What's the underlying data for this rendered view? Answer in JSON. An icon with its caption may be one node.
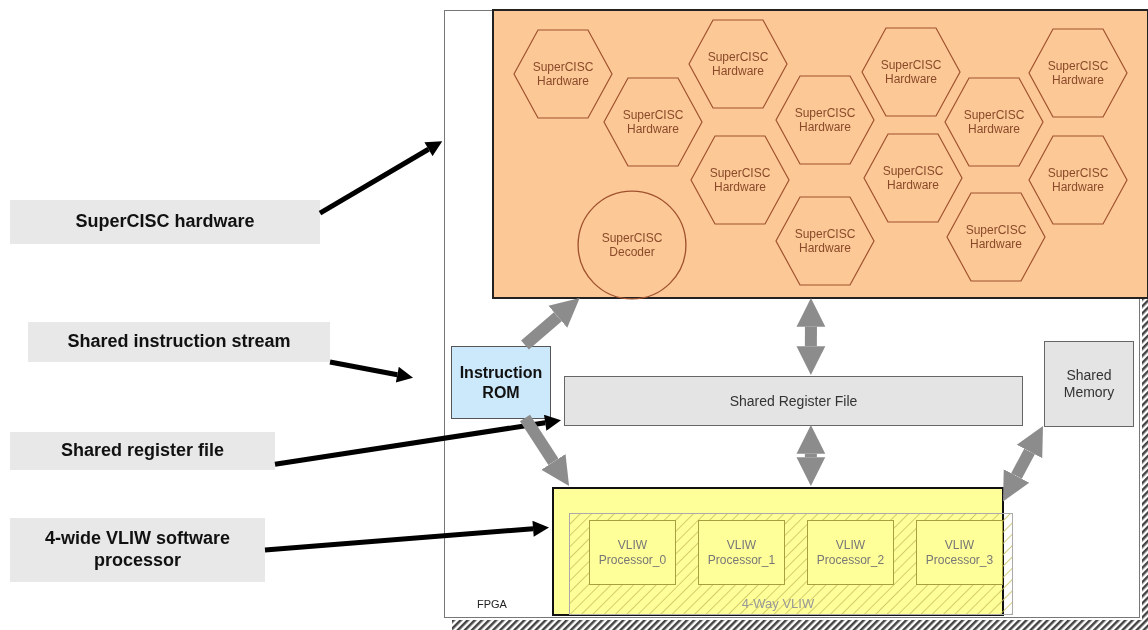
{
  "diagram": {
    "nodes": [
      {
        "text": [
          "FPGA"
        ]
      },
      {
        "text": [],
        "shape": "box",
        "in": 0
      },
      {
        "text": [
          "SuperCISC Hardware"
        ],
        "in": 1
      },
      {
        "text": [
          "SuperCISC Hardware"
        ],
        "in": 1
      },
      {
        "text": [
          "SuperCISC Hardware"
        ],
        "in": 1
      },
      {
        "text": [
          "SuperCISC Hardware"
        ],
        "in": 1
      },
      {
        "text": [
          "SuperCISC Hardware"
        ],
        "in": 1
      },
      {
        "text": [
          "SuperCISC Hardware"
        ],
        "in": 1
      },
      {
        "text": [
          "SuperCISC Hardware"
        ],
        "in": 1
      },
      {
        "text": [
          "SuperCISC Hardware"
        ],
        "in": 1
      },
      {
        "text": [
          "SuperCISC Hardware"
        ],
        "in": 1
      },
      {
        "text": [
          "SuperCISC Hardware"
        ],
        "in": 1
      },
      {
        "text": [
          "SuperCISC Hardware"
        ],
        "in": 1
      },
      {
        "text": [
          "SuperCISC Hardware"
        ],
        "in": 1
      },
      {
        "text": [
          "SuperCISC Decoder"
        ],
        "in": 1
      },
      {
        "text": [
          "Instruction ROM"
        ],
        "in": 0
      },
      {
        "text": [
          "Shared Register File"
        ],
        "in": 0
      },
      {
        "text": [
          "Shared Memory"
        ],
        "in": 0
      },
      {
        "text": [
          "4-Way VLIW"
        ],
        "in": 0
      },
      {
        "text": [
          "VLIW Processor_0"
        ],
        "in": 18
      },
      {
        "text": [
          "VLIW Processor_1"
        ],
        "in": 18
      },
      {
        "text": [
          "VLIW Processor_2"
        ],
        "in": 18
      },
      {
        "text": [
          "VLIW Processor_3"
        ],
        "in": 18
      },
      {
        "text": [
          "SuperCISC hardware"
        ]
      },
      {
        "text": [
          "Shared instruction stream"
        ]
      },
      {
        "text": [
          "Shared register file"
        ]
      },
      {
        "text": [
          "4-wide VLIW software processor"
        ]
      }
    ],
    "edges": [
      {
        "from": 23,
        "to": 0,
        "arrow": "to",
        "color": "#000000"
      },
      {
        "from": 24,
        "to": null,
        "arrow": "to",
        "color": "#000000"
      },
      {
        "from": 25,
        "to": 16,
        "arrow": "to",
        "color": "#000000"
      },
      {
        "from": 26,
        "to": 18,
        "arrow": "to",
        "color": "#000000"
      },
      {
        "from": 15,
        "to": 1,
        "arrow": "to"
      },
      {
        "from": 15,
        "to": 18,
        "arrow": "to"
      },
      {
        "from": 1,
        "to": 16,
        "arrow": "both"
      },
      {
        "from": 16,
        "to": 18,
        "arrow": "both"
      },
      {
        "from": 18,
        "to": 17,
        "arrow": "both"
      }
    ]
  }
}
